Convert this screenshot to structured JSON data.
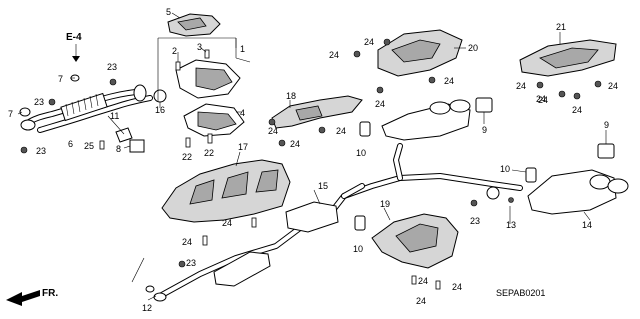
{
  "diagram": {
    "section_code": "E-4",
    "reference_code": "SEPAB0201",
    "direction_label": "FR.",
    "callouts": [
      {
        "id": "c1",
        "text": "1"
      },
      {
        "id": "c2",
        "text": "2"
      },
      {
        "id": "c3",
        "text": "3"
      },
      {
        "id": "c4",
        "text": "4"
      },
      {
        "id": "c5",
        "text": "5"
      },
      {
        "id": "c6",
        "text": "6"
      },
      {
        "id": "c7a",
        "text": "7"
      },
      {
        "id": "c7b",
        "text": "7"
      },
      {
        "id": "c8",
        "text": "8"
      },
      {
        "id": "c9a",
        "text": "9"
      },
      {
        "id": "c9b",
        "text": "9"
      },
      {
        "id": "c10a",
        "text": "10"
      },
      {
        "id": "c10b",
        "text": "10"
      },
      {
        "id": "c10c",
        "text": "10"
      },
      {
        "id": "c11",
        "text": "11"
      },
      {
        "id": "c12",
        "text": "12"
      },
      {
        "id": "c13",
        "text": "13"
      },
      {
        "id": "c14",
        "text": "14"
      },
      {
        "id": "c15",
        "text": "15"
      },
      {
        "id": "c16",
        "text": "16"
      },
      {
        "id": "c17",
        "text": "17"
      },
      {
        "id": "c18",
        "text": "18"
      },
      {
        "id": "c19",
        "text": "19"
      },
      {
        "id": "c20",
        "text": "20"
      },
      {
        "id": "c21",
        "text": "21"
      },
      {
        "id": "c22a",
        "text": "22"
      },
      {
        "id": "c22b",
        "text": "22"
      },
      {
        "id": "c23a",
        "text": "23"
      },
      {
        "id": "c23b",
        "text": "23"
      },
      {
        "id": "c23c",
        "text": "23"
      },
      {
        "id": "c23d",
        "text": "23"
      },
      {
        "id": "c23e",
        "text": "23"
      },
      {
        "id": "c24a",
        "text": "24"
      },
      {
        "id": "c24b",
        "text": "24"
      },
      {
        "id": "c24c",
        "text": "24"
      },
      {
        "id": "c24d",
        "text": "24"
      },
      {
        "id": "c24e",
        "text": "24"
      },
      {
        "id": "c24f",
        "text": "24"
      },
      {
        "id": "c24g",
        "text": "24"
      },
      {
        "id": "c24h",
        "text": "24"
      },
      {
        "id": "c24i",
        "text": "24"
      },
      {
        "id": "c24j",
        "text": "24"
      },
      {
        "id": "c24k",
        "text": "24"
      },
      {
        "id": "c24l",
        "text": "24"
      },
      {
        "id": "c24m",
        "text": "24"
      },
      {
        "id": "c24n",
        "text": "24"
      },
      {
        "id": "c24o",
        "text": "24"
      },
      {
        "id": "c24p",
        "text": "24"
      },
      {
        "id": "c24q",
        "text": "24"
      },
      {
        "id": "c25",
        "text": "25"
      }
    ]
  }
}
